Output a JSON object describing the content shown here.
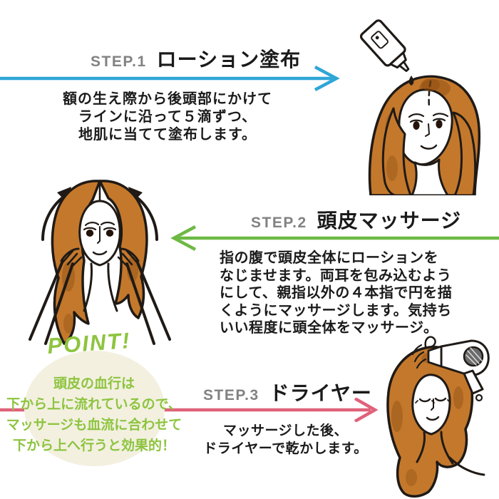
{
  "canvas": {
    "background": "#ffffff"
  },
  "steps": [
    {
      "label": "STEP.1",
      "title": "ローション塗布",
      "desc_lines": [
        "額の生え際から後頭部にかけて",
        "ラインに沿って５滴ずつ、",
        "地肌に当てて塗布します。"
      ],
      "arrow_color": "#2fa6d7",
      "arrow_direction": "right",
      "illustration": "woman-applying-lotion"
    },
    {
      "label": "STEP.2",
      "title": "頭皮マッサージ",
      "desc_lines": [
        "指の腹で頭皮全体にローションを",
        "なじませます。両耳を包み込むよう",
        "にして、親指以外の４本指で円を描",
        "くようにマッサージします。気持ち",
        "いい程度に頭全体をマッサージ。"
      ],
      "arrow_color": "#6db944",
      "arrow_direction": "left",
      "illustration": "woman-massaging-scalp"
    },
    {
      "label": "STEP.3",
      "title": "ドライヤー",
      "desc_lines": [
        "マッサージした後、",
        "ドライヤーで乾かします。"
      ],
      "arrow_color": "#e0627a",
      "arrow_direction": "right",
      "illustration": "woman-with-hair-dryer"
    }
  ],
  "point": {
    "heading": "POINT!",
    "lines": [
      "頭皮の血行は",
      "下から上に流れているので、",
      "マッサージも血流に合わせて",
      "下から上へ行うと効果的！"
    ],
    "text_color": "#8dc43e",
    "bubble_color": "#f3f0e0"
  },
  "colors": {
    "step_label_gray": "#828282",
    "body_text": "#1a1a1a",
    "line_art": "#1f1a16",
    "hair": "#c4782c",
    "hair_shadow": "#8f4f13"
  }
}
